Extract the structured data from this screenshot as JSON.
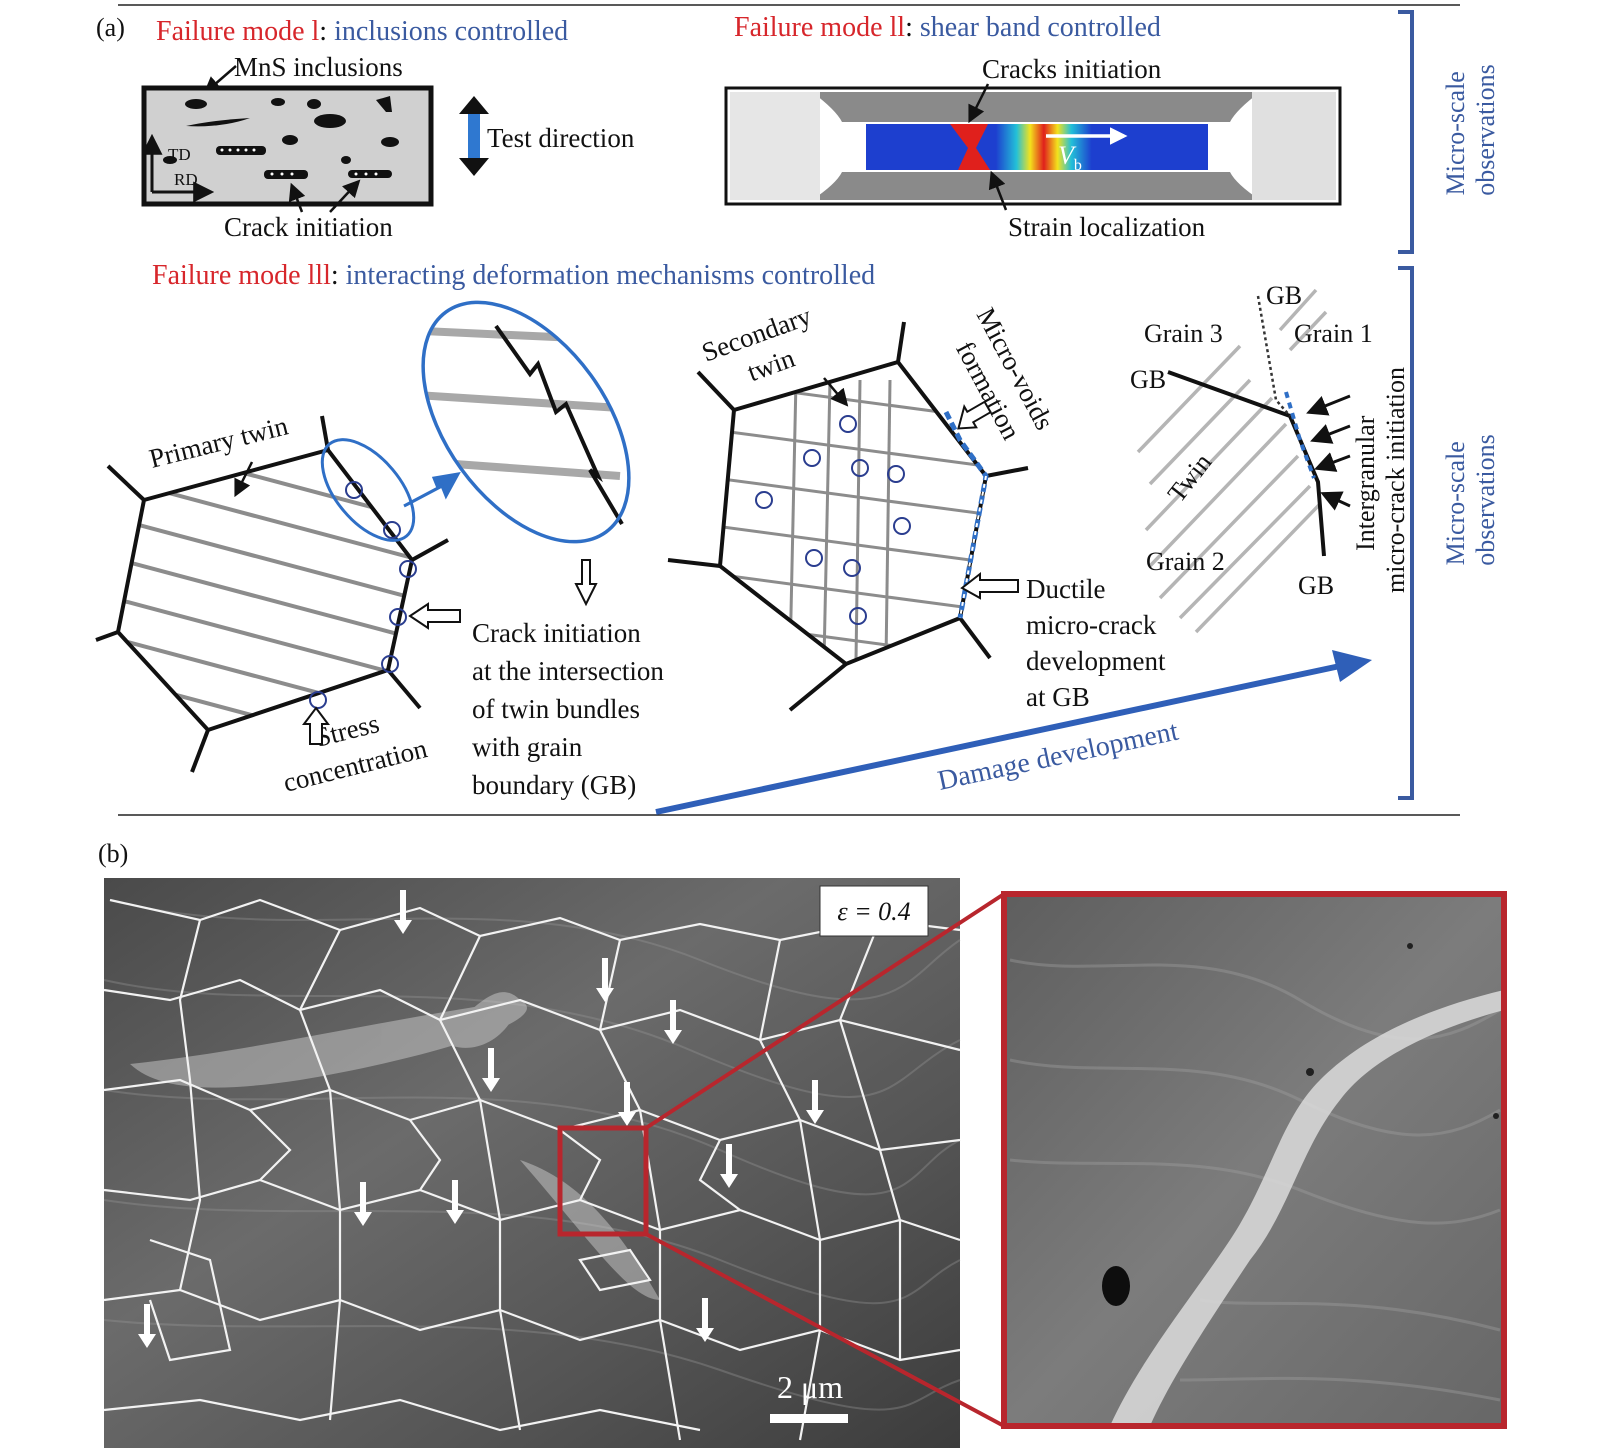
{
  "panel_a": {
    "label": "(a)",
    "mode1": {
      "title_prefix": "Failure mode l",
      "title_suffix": "inclusions controlled",
      "mns_label": "MnS inclusions",
      "td": "TD",
      "rd": "RD",
      "crack_label": "Crack initiation",
      "test_direction": "Test direction"
    },
    "mode2": {
      "title_prefix": "Failure mode ll",
      "title_suffix": "shear band controlled",
      "cracks_label": "Cracks initiation",
      "vb": "V",
      "vb_sub": "b",
      "strain_label": "Strain localization"
    },
    "mode3": {
      "title_prefix": "Failure mode lll",
      "title_suffix": "interacting deformation mechanisms controlled",
      "primary_twin": "Primary twin",
      "stress_1": "Stress",
      "stress_2": "concentration",
      "crack_lines": [
        "Crack initiation",
        "at the intersection",
        "of twin bundles",
        "with grain",
        "boundary (GB)"
      ],
      "secondary_1": "Secondary",
      "secondary_2": "twin",
      "microvoids_1": "Micro-voids",
      "microvoids_2": "formation",
      "ductile_lines": [
        "Ductile",
        "micro-crack",
        "development",
        "at GB"
      ],
      "gb": "GB",
      "grain1": "Grain 1",
      "grain2": "Grain 2",
      "grain3": "Grain 3",
      "twin": "Twin",
      "intergranular_1": "Intergranular",
      "intergranular_2": "micro-crack initiation",
      "damage": "Damage development"
    },
    "side_label_1": [
      "Micro-scale",
      "observations"
    ],
    "side_label_2": [
      "Micro-scale",
      "observations"
    ]
  },
  "panel_b": {
    "label": "(b)",
    "strain": "ε = 0.4",
    "scale": "2 μm"
  },
  "colors": {
    "red": "#d7262b",
    "blue": "#3a5aa0",
    "frame_red": "#b8262d"
  }
}
